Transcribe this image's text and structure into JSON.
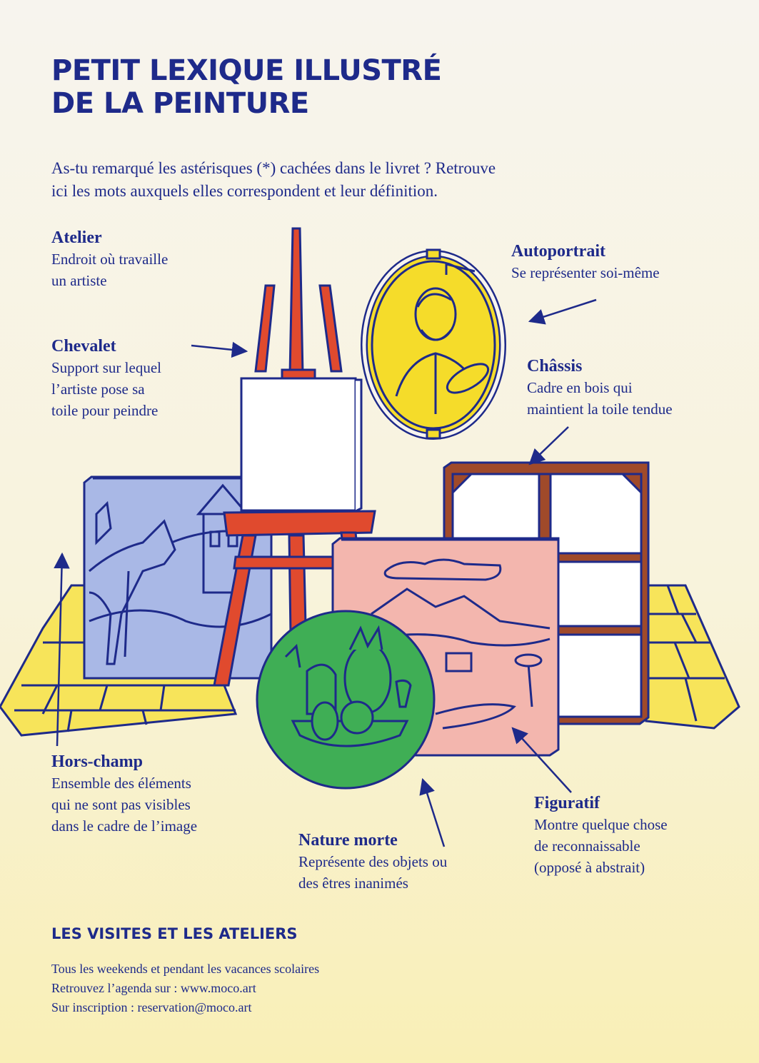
{
  "title": {
    "line1": "PETIT LEXIQUE ILLUSTRÉ",
    "line2": "DE LA PEINTURE"
  },
  "intro": {
    "line1": "As-tu remarqué les astérisques (*) cachées dans le livret ? Retrouve",
    "line2": "ici les mots auxquels elles correspondent et leur définition."
  },
  "terms": {
    "atelier": {
      "word": "Atelier",
      "lines": [
        "Endroit où travaille",
        "un artiste"
      ]
    },
    "chevalet": {
      "word": "Chevalet",
      "lines": [
        "Support sur lequel",
        "l’artiste pose sa",
        "toile pour peindre"
      ]
    },
    "autoportrait": {
      "word": "Autoportrait",
      "lines": [
        "Se représenter soi-même"
      ]
    },
    "chassis": {
      "word": "Châssis",
      "lines": [
        "Cadre en bois qui",
        "maintient la toile tendue"
      ]
    },
    "hors_champ": {
      "word": "Hors-champ",
      "lines": [
        "Ensemble des éléments",
        "qui ne sont pas visibles",
        "dans le cadre de l’image"
      ]
    },
    "nature_morte": {
      "word": "Nature morte",
      "lines": [
        "Représente des objets ou",
        "des êtres inanimés"
      ]
    },
    "figuratif": {
      "word": "Figuratif",
      "lines": [
        "Montre quelque chose",
        "de reconnaissable",
        "(opposé à abstrait)"
      ]
    }
  },
  "visits": {
    "heading": "LES VISITES ET LES ATELIERS",
    "lines": [
      "Tous les weekends et pendant les vacances scolaires",
      "Retrouvez l’agenda sur : www.moco.art",
      "Sur inscription : reservation@moco.art"
    ]
  },
  "colors": {
    "ink": "#1e2a8a",
    "easel": "#e04a2e",
    "floor": "#f7e45a",
    "blue_canvas": "#a9b8e6",
    "pink_canvas": "#f3b6ae",
    "green_canvas": "#3fae55",
    "portrait_yellow": "#f5dc2a",
    "frame_brown": "#a04a2a"
  }
}
